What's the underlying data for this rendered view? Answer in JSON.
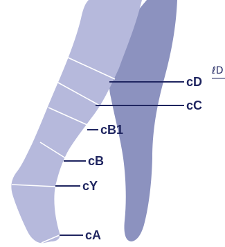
{
  "colors": {
    "back_leg": "#8c92bf",
    "front_leg": "#b6b9dc",
    "band_line": "#ffffff",
    "leader_line": "#1f2560",
    "label": "#1f2560"
  },
  "measurements": [
    {
      "key": "cD",
      "label": "cD"
    },
    {
      "key": "cC",
      "label": "cC"
    },
    {
      "key": "cB1",
      "label": "cB1"
    },
    {
      "key": "cB",
      "label": "cB"
    },
    {
      "key": "cY",
      "label": "cY"
    },
    {
      "key": "cA",
      "label": "cA"
    }
  ],
  "length_label": "ℓD"
}
